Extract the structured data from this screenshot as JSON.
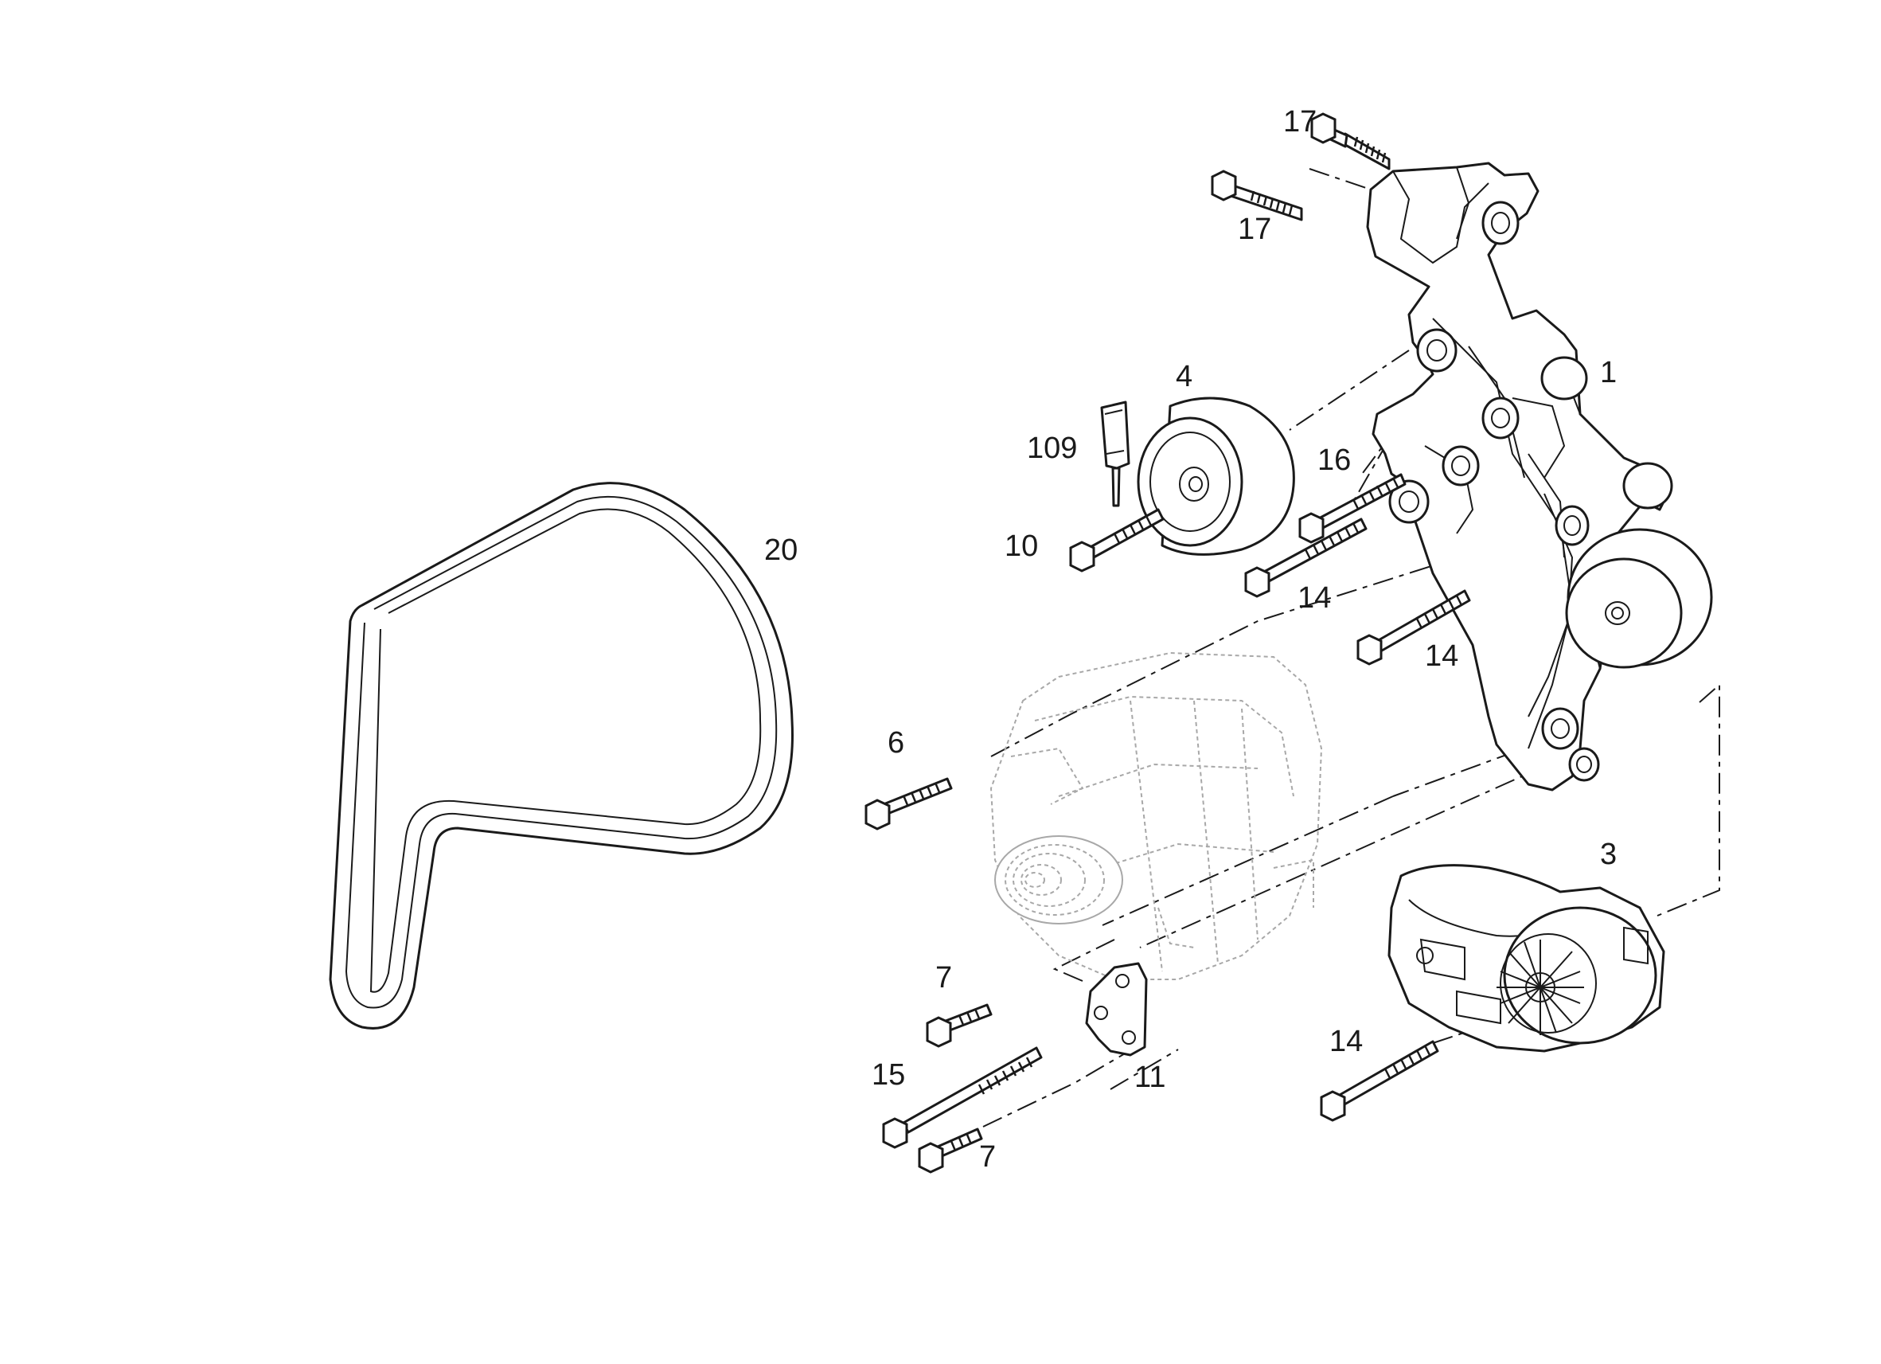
{
  "diagram": {
    "callouts": [
      {
        "id": "c1",
        "text": "1"
      },
      {
        "id": "c3",
        "text": "3"
      },
      {
        "id": "c4",
        "text": "4"
      },
      {
        "id": "c6",
        "text": "6"
      },
      {
        "id": "c7a",
        "text": "7"
      },
      {
        "id": "c7b",
        "text": "7"
      },
      {
        "id": "c10",
        "text": "10"
      },
      {
        "id": "c11",
        "text": "11"
      },
      {
        "id": "c14a",
        "text": "14"
      },
      {
        "id": "c14b",
        "text": "14"
      },
      {
        "id": "c14c",
        "text": "14"
      },
      {
        "id": "c15",
        "text": "15"
      },
      {
        "id": "c16",
        "text": "16"
      },
      {
        "id": "c17a",
        "text": "17"
      },
      {
        "id": "c17b",
        "text": "17"
      },
      {
        "id": "c20",
        "text": "20"
      },
      {
        "id": "c109",
        "text": "109"
      }
    ]
  }
}
